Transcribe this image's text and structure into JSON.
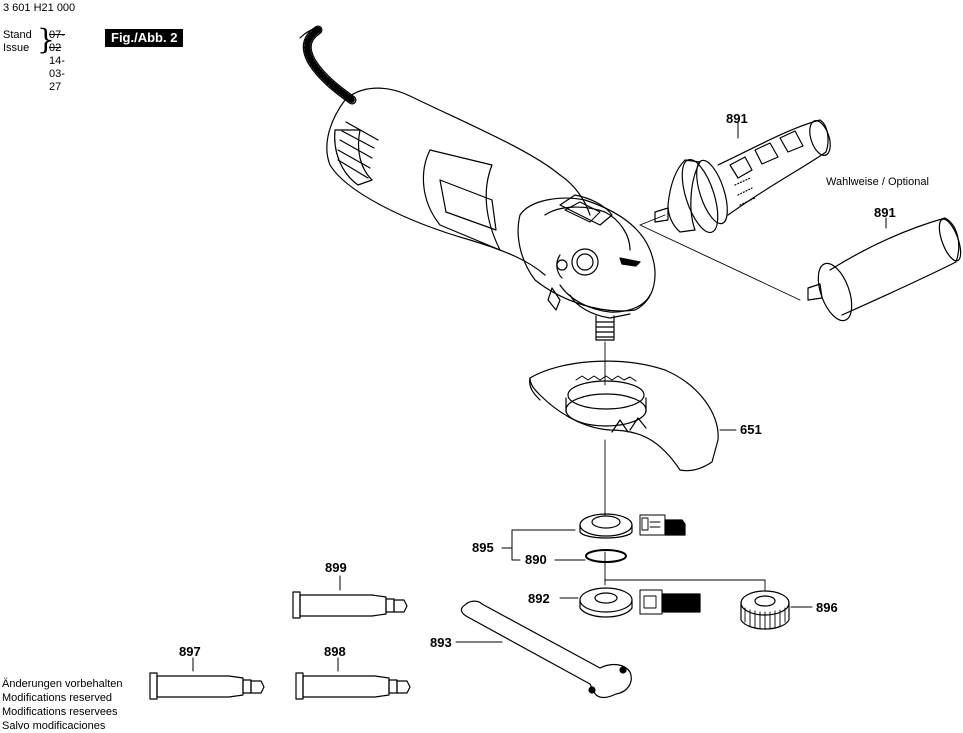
{
  "header": {
    "doc_number": "3 601 H21 000",
    "stand_label": "Stand",
    "issue_label": "Issue",
    "old_date": "07-02",
    "new_date": "14-03-27",
    "figure_label": "Fig./Abb. 2"
  },
  "parts": {
    "side_handle_a": "891",
    "side_handle_b": "891",
    "guard": "651",
    "flange_group": "895",
    "o_ring": "890",
    "clamping_nut": "892",
    "spanner": "893",
    "quick_nut": "896",
    "tube_top": "899",
    "tube_left": "897",
    "tube_right": "898"
  },
  "optional_note": "Wahlweise / Optional",
  "footer": {
    "line1": "Änderungen vorbehalten",
    "line2": "Modifications reserved",
    "line3": "Modifications reservees",
    "line4": "Salvo modificaciones"
  }
}
